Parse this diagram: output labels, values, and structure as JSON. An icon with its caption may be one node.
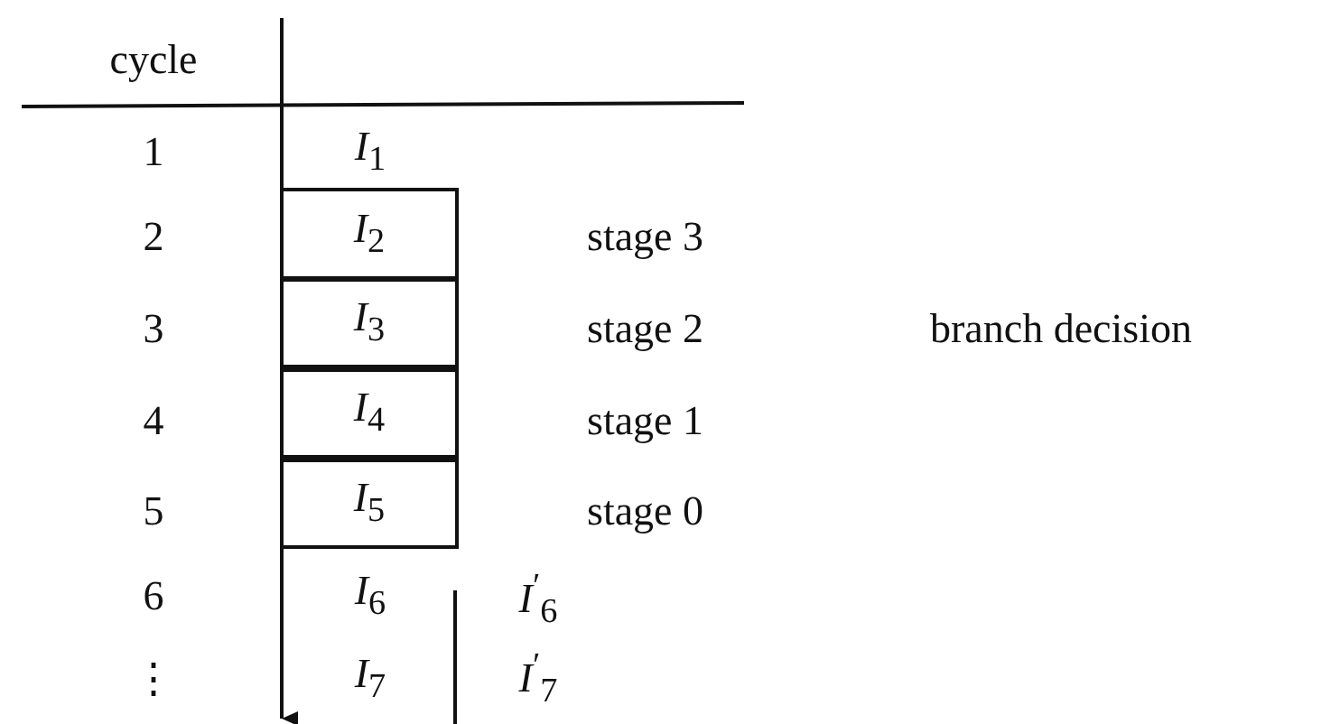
{
  "diagram": {
    "nodes": [
      {
        "text": [
          "*I*$_{2}$"
        ]
      },
      {
        "text": [
          "*I*$_{3}$"
        ]
      },
      {
        "text": [
          "*I*$_{4}$"
        ]
      },
      {
        "text": [
          "*I*$_{5}$"
        ]
      }
    ],
    "edges": [],
    "labels": [
      "cycle",
      "1",
      "*I*$_{1}$",
      "2",
      "stage 3",
      "3",
      "stage 2",
      "branch decision",
      "4",
      "stage 1",
      "5",
      "stage 0",
      "6",
      "*I*$_{6}$",
      "*I*$^{′}$$_{6}$",
      "⋮",
      "*I*$_{7}$",
      "*I*$^{′}$$_{7}$"
    ]
  }
}
